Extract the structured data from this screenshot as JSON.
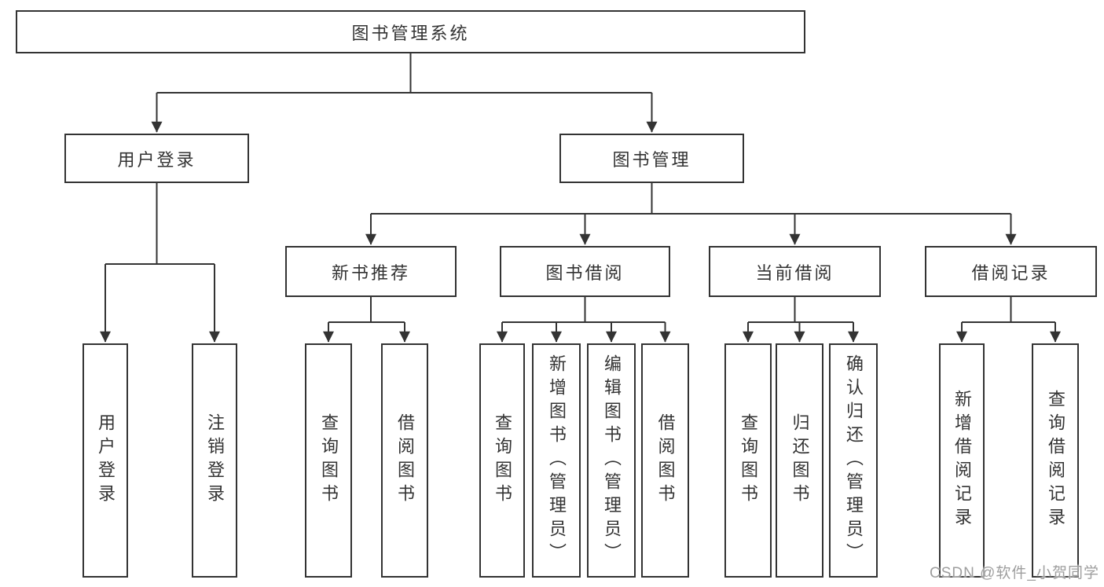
{
  "root": {
    "label": "图书管理系统"
  },
  "level1": {
    "user_login": {
      "label": "用户登录"
    },
    "book_management": {
      "label": "图书管理"
    }
  },
  "level2": {
    "new_book_recommend": {
      "label": "新书推荐"
    },
    "book_borrowing": {
      "label": "图书借阅"
    },
    "current_borrowing": {
      "label": "当前借阅"
    },
    "borrowing_records": {
      "label": "借阅记录"
    }
  },
  "leaves": {
    "user_login": {
      "login": "用户登录",
      "logout": "注销登录"
    },
    "new_book_recommend": {
      "query_books": "查询图书",
      "borrow_books": "借阅图书"
    },
    "book_borrowing": {
      "query_books": "查询图书",
      "add_books": "新增图书（管理员）",
      "edit_books": "编辑图书（管理员）",
      "borrow_books": "借阅图书"
    },
    "current_borrowing": {
      "query_books": "查询图书",
      "return_books": "归还图书",
      "confirm_return": "确认归还（管理员）"
    },
    "borrowing_records": {
      "add_record": "新增借阅记录",
      "query_record": "查询借阅记录"
    }
  },
  "watermark": "CSDN @软件_小贺同学",
  "colors": {
    "line": "#333333",
    "box_border": "#333333",
    "box_fill": "#ffffff",
    "text": "#333333",
    "watermark": "#9e9e9e",
    "background": "#ffffff"
  }
}
